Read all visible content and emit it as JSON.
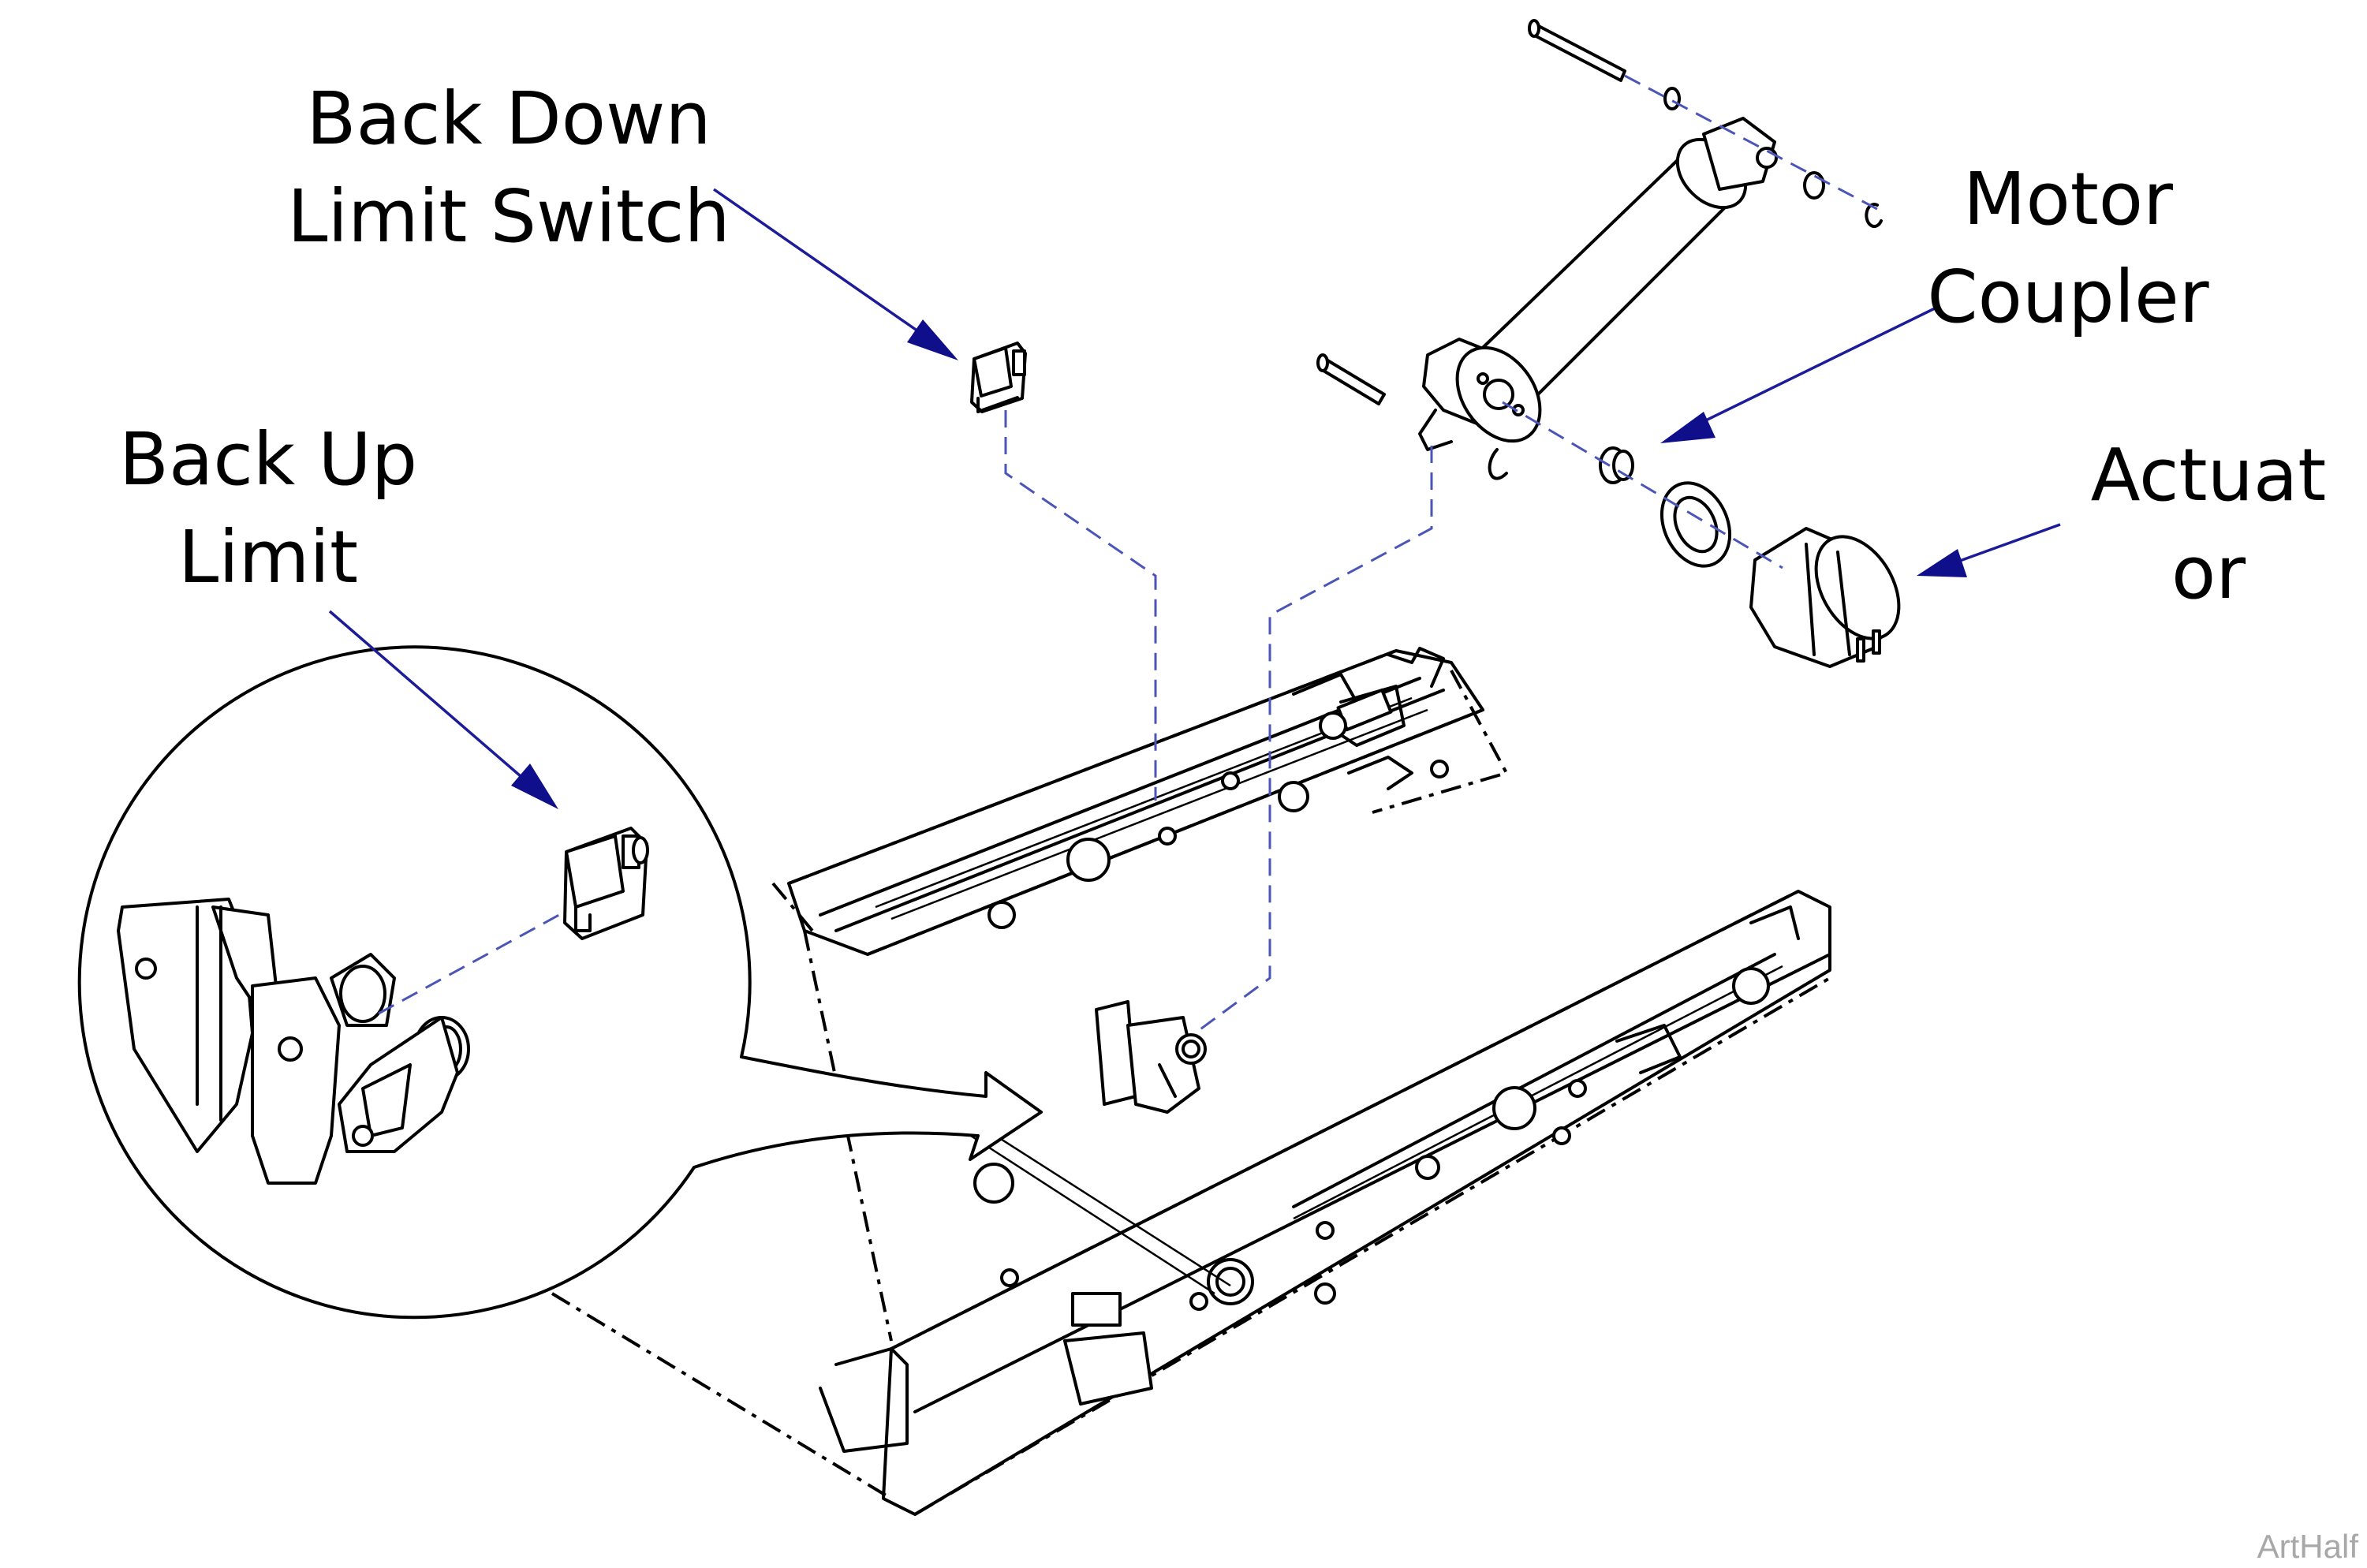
{
  "callouts": {
    "back_down_limit_switch": [
      "Back Down",
      "Limit Switch"
    ],
    "back_up_limit": [
      "Back Up",
      "Limit"
    ],
    "motor_coupler": [
      "Motor",
      "Coupler"
    ],
    "actuator": [
      "Actuat",
      "or"
    ]
  },
  "watermark": "ArtHalf",
  "colors": {
    "leader": "#1c1c9a",
    "arrowhead": "#0f0f8c",
    "hidden_line": "#4b55b8",
    "watermark": "#a8a8a8"
  }
}
